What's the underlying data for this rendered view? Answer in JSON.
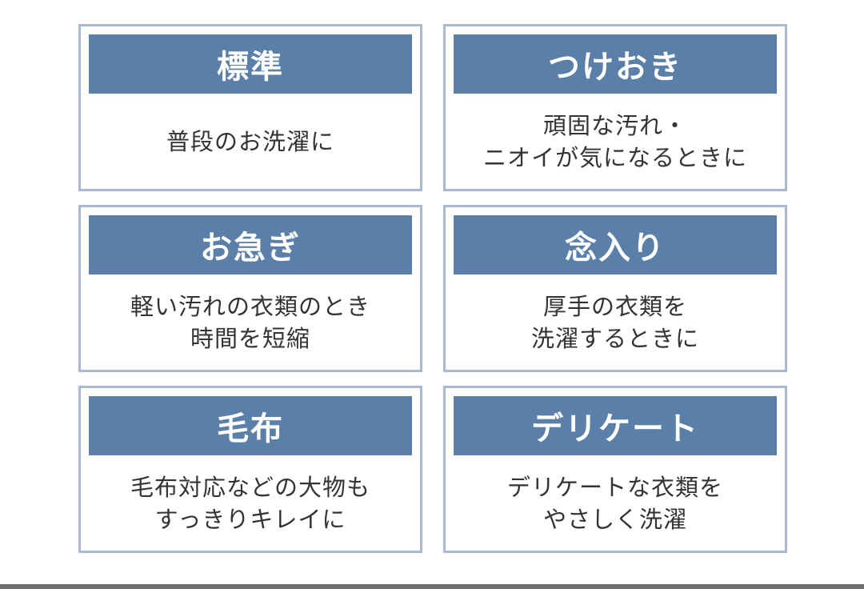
{
  "modes": [
    {
      "title": "標準",
      "lines": [
        "普段のお洗濯に"
      ]
    },
    {
      "title": "つけおき",
      "lines": [
        "頑固な汚れ・",
        "ニオイが気になるときに"
      ]
    },
    {
      "title": "お急ぎ",
      "lines": [
        "軽い汚れの衣類のとき",
        "時間を短縮"
      ]
    },
    {
      "title": "念入り",
      "lines": [
        "厚手の衣類を",
        "洗濯するときに"
      ]
    },
    {
      "title": "毛布",
      "lines": [
        "毛布対応などの大物も",
        "すっきりキレイに"
      ]
    },
    {
      "title": "デリケート",
      "lines": [
        "デリケートな衣類を",
        "やさしく洗濯"
      ]
    }
  ],
  "colors": {
    "header": "#5a7fa8",
    "border": "#a9b9cf",
    "text": "#333333"
  }
}
